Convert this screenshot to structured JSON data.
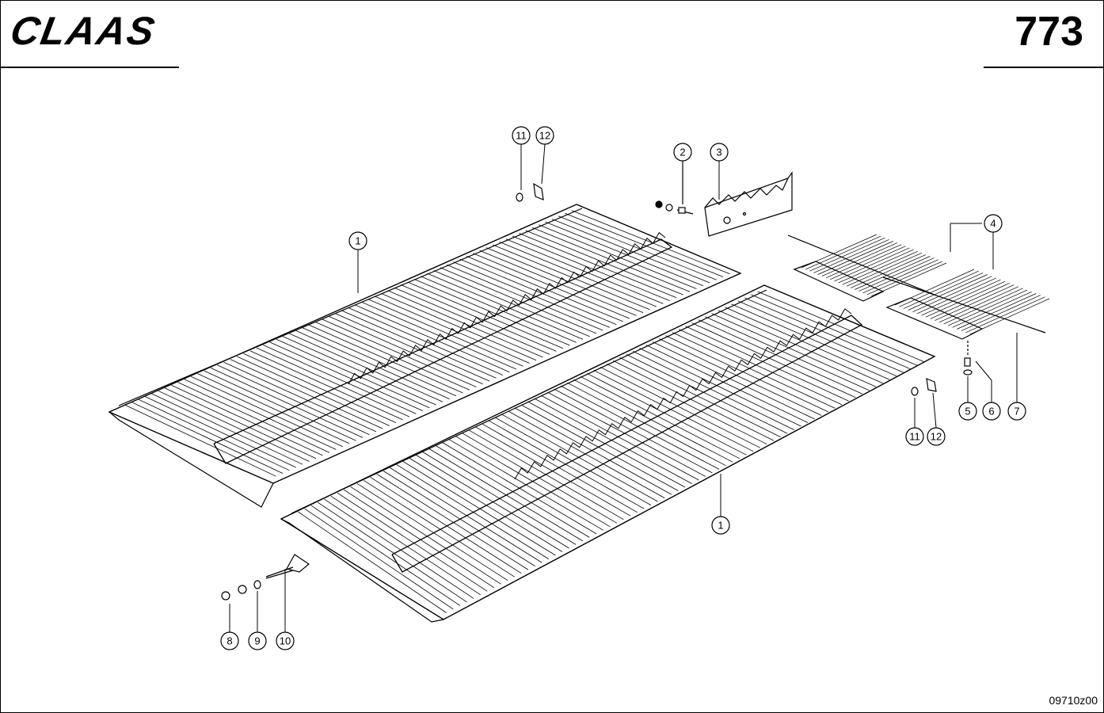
{
  "header": {
    "brand": "CLAAS",
    "page_number": "773"
  },
  "footer": {
    "drawing_code": "09710z00"
  },
  "callouts": {
    "c1a": "1",
    "c1b": "1",
    "c2": "2",
    "c3": "3",
    "c4": "4",
    "c5": "5",
    "c6": "6",
    "c7": "7",
    "c8": "8",
    "c9": "9",
    "c10": "10",
    "c11a": "11",
    "c12a": "12",
    "c11b": "11",
    "c12b": "12"
  }
}
